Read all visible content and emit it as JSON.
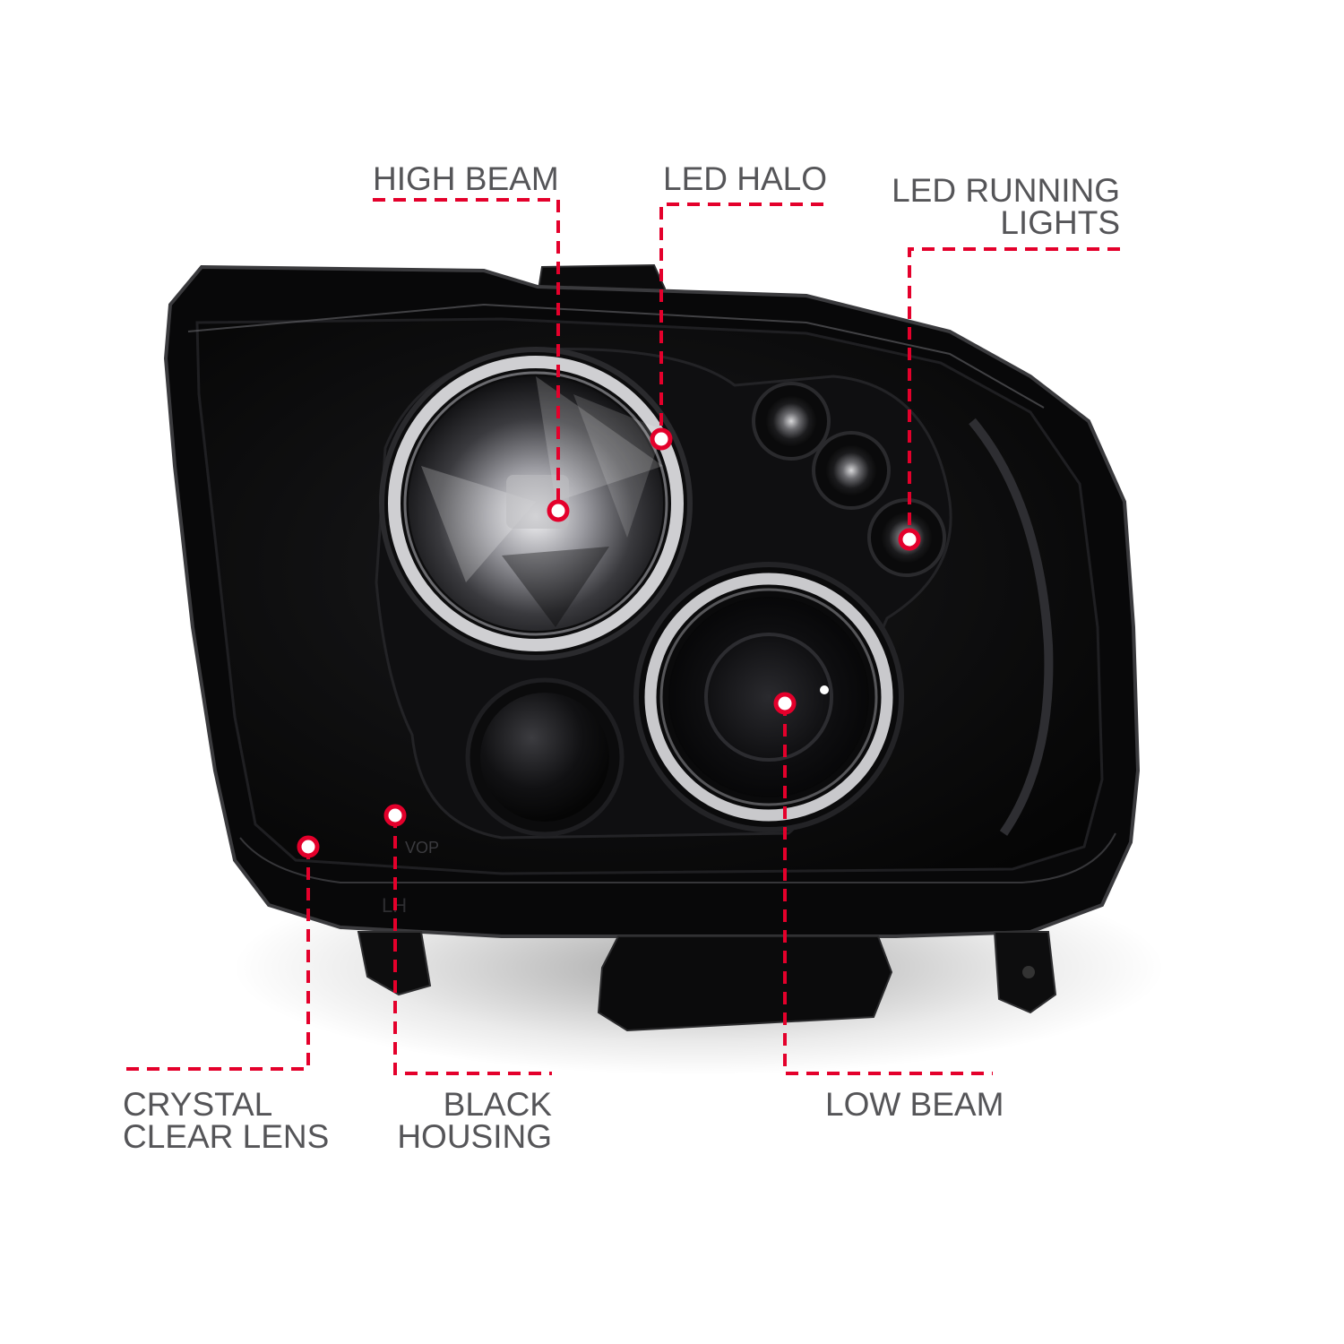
{
  "callouts": {
    "high_beam": "HIGH BEAM",
    "led_halo": "LED HALO",
    "led_running_lights": [
      "LED RUNNING",
      "LIGHTS"
    ],
    "crystal_clear_lens": [
      "CRYSTAL",
      "CLEAR LENS"
    ],
    "black_housing": [
      "BLACK",
      "HOUSING"
    ],
    "low_beam": "LOW BEAM"
  },
  "housing_marks": {
    "side": "LH",
    "vop": "VOP"
  },
  "colors": {
    "callout_line": "#e4002b",
    "label_text": "#555558",
    "housing": "#0d0d0e",
    "halo_ring": "#c9c9cc",
    "background": "#ffffff"
  }
}
